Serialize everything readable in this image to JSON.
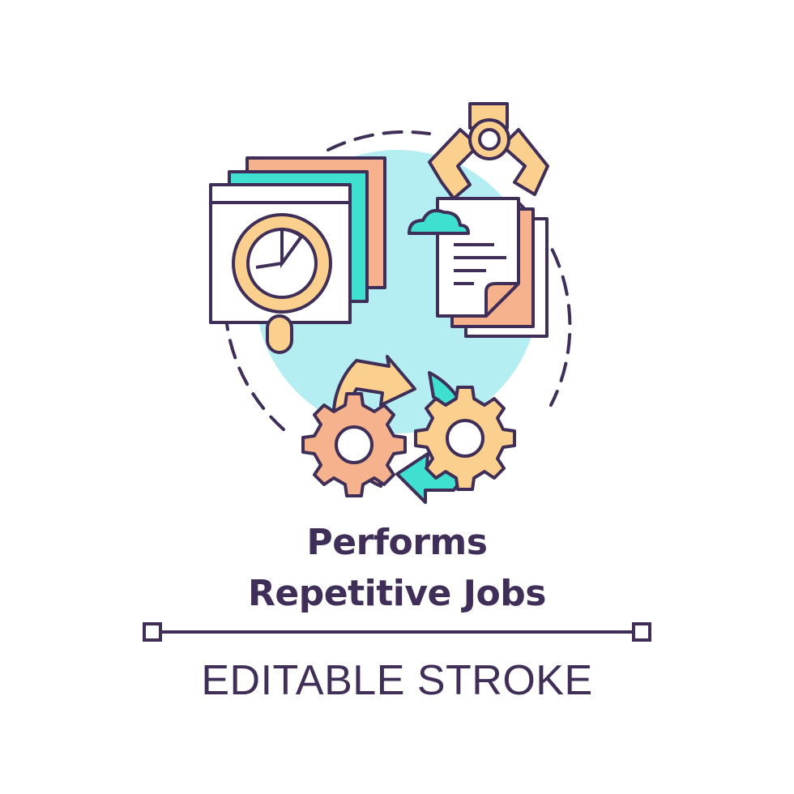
{
  "icon": {
    "name": "performs-repetitive-jobs-icon",
    "colors": {
      "outline": "#3f2e57",
      "yellow": "#fbd08f",
      "teal": "#3fe0cf",
      "salmon": "#f6b28d",
      "light_cyan": "#b4eef2",
      "white": "#ffffff"
    }
  },
  "title": {
    "line1": "Performs",
    "line2": "Repetitive Jobs"
  },
  "caption": "EDITABLE STROKE"
}
